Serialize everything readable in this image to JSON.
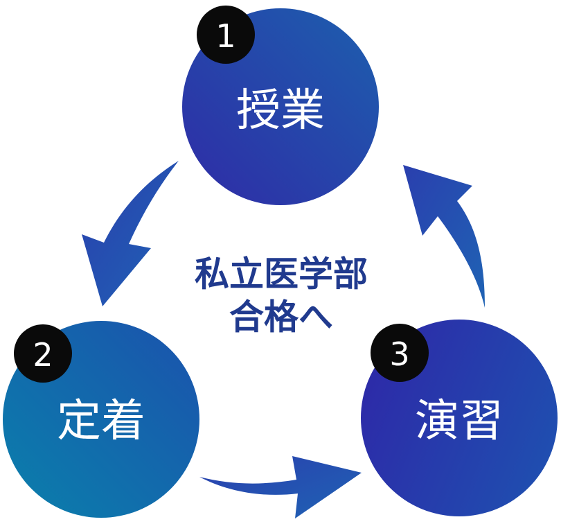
{
  "center": {
    "line1": "私立医学部",
    "line2": "合格へ"
  },
  "steps": [
    {
      "number": "1",
      "label": "授業"
    },
    {
      "number": "2",
      "label": "定着"
    },
    {
      "number": "3",
      "label": "演習"
    }
  ],
  "colors": {
    "circle_deep": "#2b2aa8",
    "circle_blue": "#1e5bb0",
    "circle_teal": "#0a7cad",
    "arrow": "#2450b8",
    "center_text": "#203a8e",
    "badge": "#0a0a0a"
  }
}
